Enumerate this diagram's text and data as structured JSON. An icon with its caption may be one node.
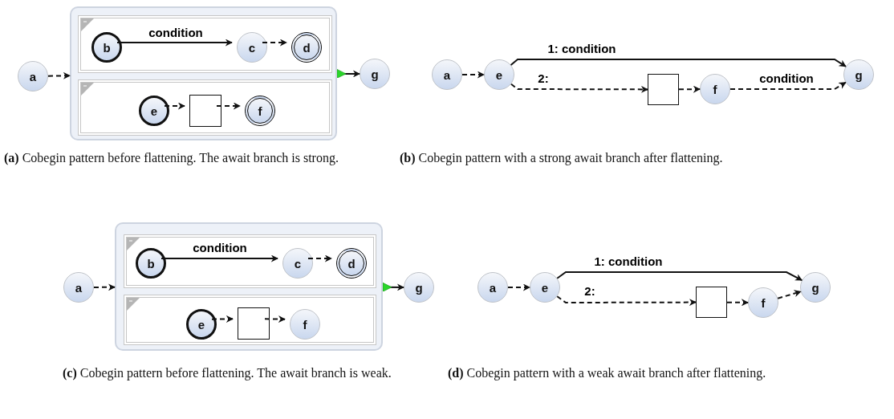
{
  "diagram": {
    "nodes": [
      {
        "text": [
          "a"
        ]
      },
      {
        "text": [],
        "shape": "box"
      },
      {
        "text": [],
        "shape": "box",
        "in": 1
      },
      {
        "text": [
          "b"
        ],
        "in": 2
      },
      {
        "text": [
          "c"
        ],
        "in": 2
      },
      {
        "text": [
          "d"
        ],
        "in": 2
      },
      {
        "text": [],
        "shape": "box",
        "in": 1
      },
      {
        "text": [
          "e"
        ],
        "in": 6
      },
      {
        "text": [],
        "shape": "box",
        "in": 6
      },
      {
        "text": [
          "f"
        ],
        "in": 6
      },
      {
        "text": [
          "g"
        ]
      },
      {
        "text": [
          "a"
        ]
      },
      {
        "text": [
          "e"
        ]
      },
      {
        "text": [],
        "shape": "box"
      },
      {
        "text": [
          "f"
        ]
      },
      {
        "text": [
          "g"
        ]
      },
      {
        "text": [
          "a"
        ]
      },
      {
        "text": [],
        "shape": "box"
      },
      {
        "text": [],
        "shape": "box",
        "in": 17
      },
      {
        "text": [
          "b"
        ],
        "in": 18
      },
      {
        "text": [
          "c"
        ],
        "in": 18
      },
      {
        "text": [
          "d"
        ],
        "in": 18
      },
      {
        "text": [],
        "shape": "box",
        "in": 17
      },
      {
        "text": [
          "e"
        ],
        "in": 22
      },
      {
        "text": [],
        "shape": "box",
        "in": 22
      },
      {
        "text": [
          "f"
        ],
        "in": 22
      },
      {
        "text": [
          "g"
        ]
      },
      {
        "text": [
          "a"
        ]
      },
      {
        "text": [
          "e"
        ]
      },
      {
        "text": [],
        "shape": "box"
      },
      {
        "text": [
          "f"
        ]
      },
      {
        "text": [
          "g"
        ]
      }
    ],
    "edges": [
      {
        "from": 0,
        "to": 1,
        "arrow": "to",
        "style": "dashed"
      },
      {
        "from": 3,
        "to": 4,
        "arrow": "to",
        "label": "condition"
      },
      {
        "from": 4,
        "to": 5,
        "arrow": "to",
        "style": "dashed"
      },
      {
        "from": 7,
        "to": 8,
        "arrow": "to",
        "style": "dashed"
      },
      {
        "from": 8,
        "to": 9,
        "arrow": "to",
        "style": "dashed"
      },
      {
        "from": 1,
        "to": 10,
        "arrow": "to"
      },
      {
        "from": 11,
        "to": 12,
        "arrow": "to",
        "style": "dashed"
      },
      {
        "from": 12,
        "to": 15,
        "arrow": "to",
        "label": "1: condition"
      },
      {
        "from": 12,
        "to": 13,
        "arrow": "to",
        "label": "2:",
        "style": "dashed"
      },
      {
        "from": 13,
        "to": 14,
        "arrow": "to",
        "style": "dashed"
      },
      {
        "from": 14,
        "to": 15,
        "arrow": "to",
        "label": "condition",
        "style": "dashed"
      },
      {
        "from": 16,
        "to": 17,
        "arrow": "to",
        "style": "dashed"
      },
      {
        "from": 19,
        "to": 20,
        "arrow": "to",
        "label": "condition"
      },
      {
        "from": 20,
        "to": 21,
        "arrow": "to",
        "style": "dashed"
      },
      {
        "from": 23,
        "to": 24,
        "arrow": "to",
        "style": "dashed"
      },
      {
        "from": 24,
        "to": 25,
        "arrow": "to",
        "style": "dashed"
      },
      {
        "from": 17,
        "to": 26,
        "arrow": "to"
      },
      {
        "from": 27,
        "to": 28,
        "arrow": "to",
        "style": "dashed"
      },
      {
        "from": 28,
        "to": 31,
        "arrow": "to",
        "label": "1: condition"
      },
      {
        "from": 28,
        "to": 29,
        "arrow": "to",
        "label": "2:",
        "style": "dashed"
      },
      {
        "from": 29,
        "to": 30,
        "arrow": "to",
        "style": "dashed"
      },
      {
        "from": 30,
        "to": 31,
        "arrow": "to",
        "style": "dashed"
      }
    ],
    "labels": [
      "**(a)** Cobegin pattern before flattening. The await branch is strong.",
      "**(b)** Cobegin pattern with a strong await branch after flattening.",
      "**(c)** Cobegin pattern before flattening. The await branch is weak.",
      "**(d)** Cobegin pattern with a weak await branch after flattening."
    ]
  }
}
